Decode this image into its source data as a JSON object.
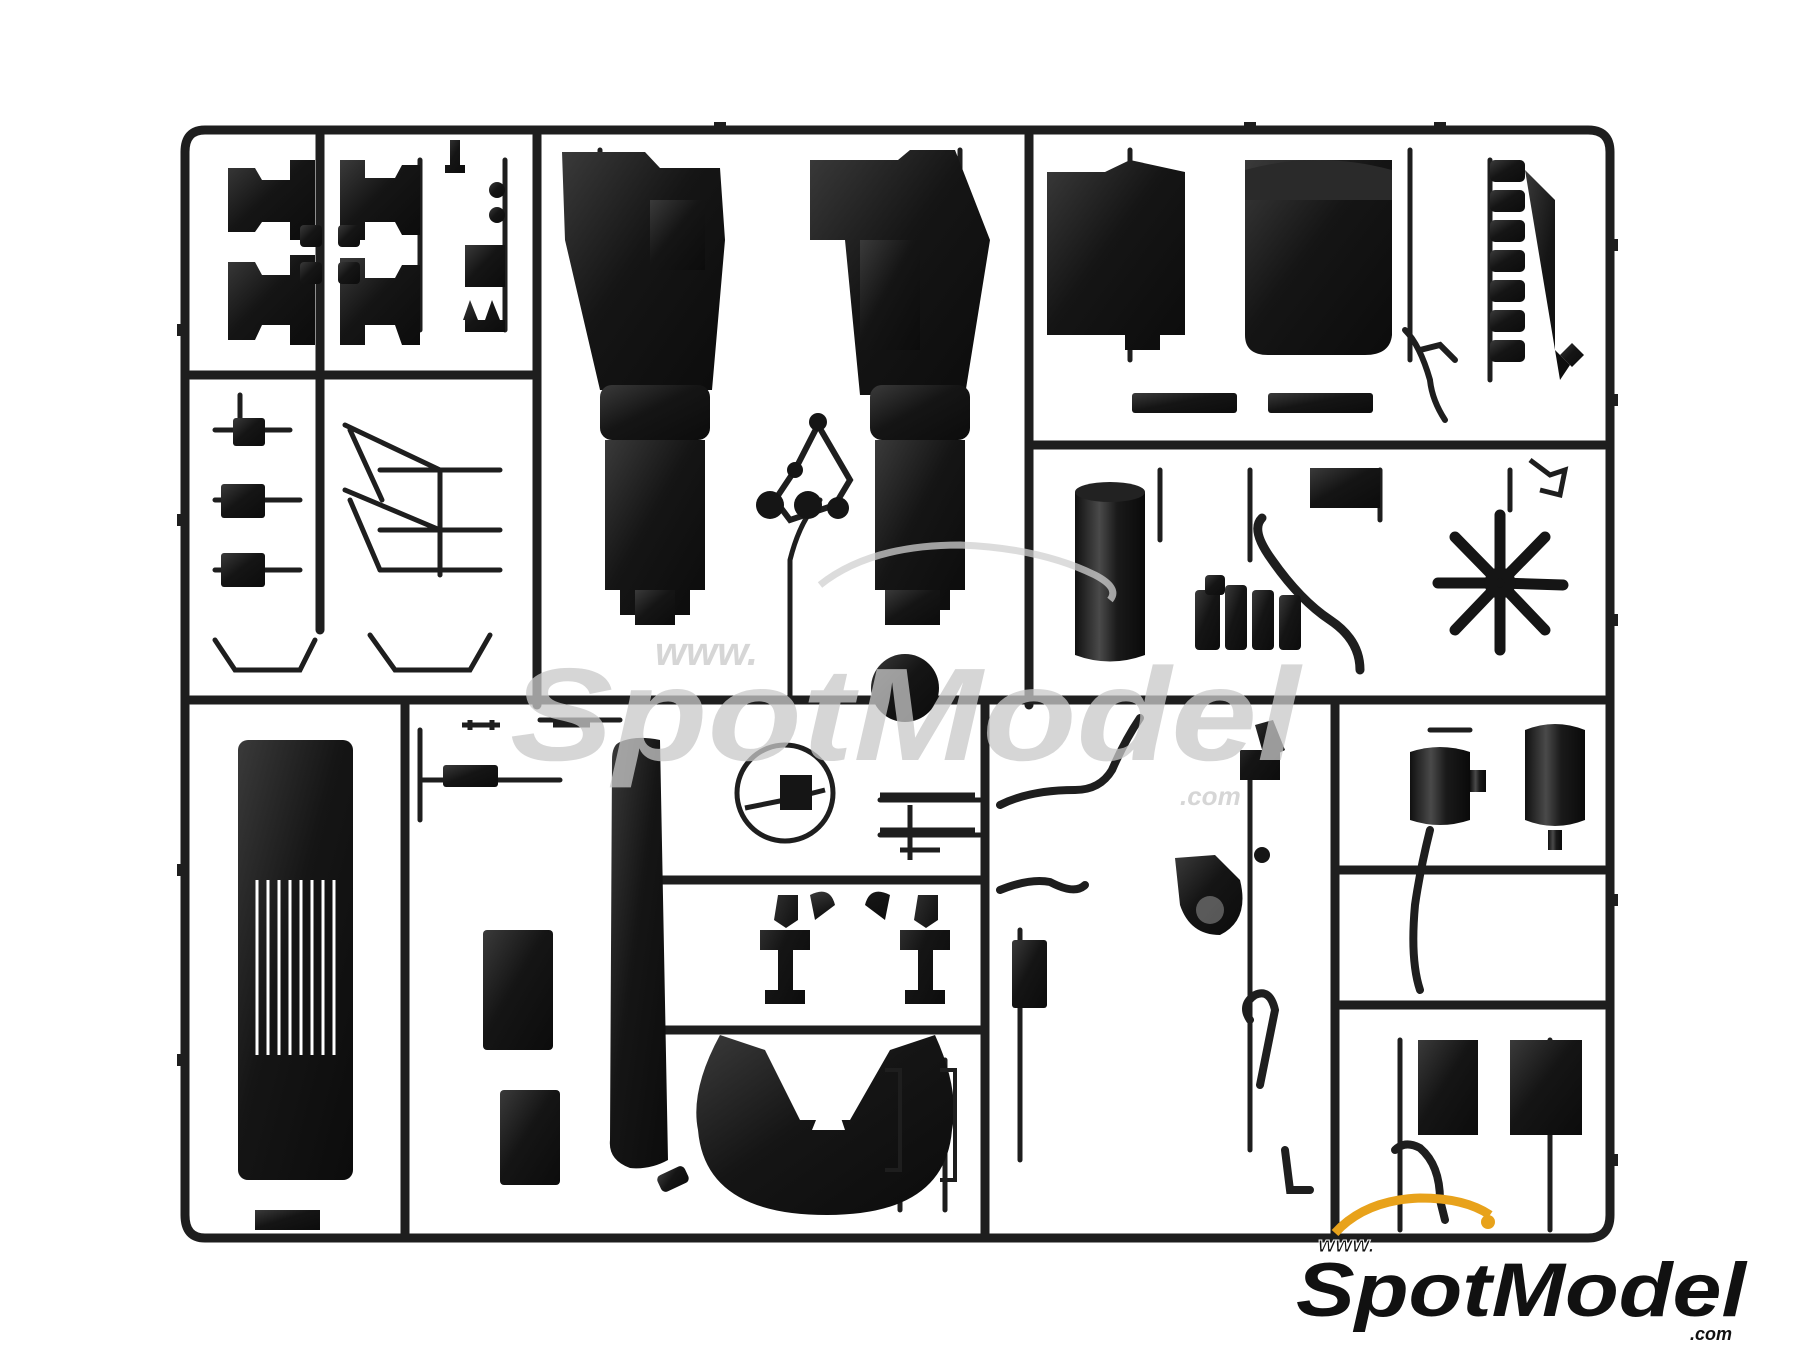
{
  "watermark": {
    "center": {
      "prefix": "www.",
      "brand": "SpotModel",
      "suffix": ".com"
    },
    "corner": {
      "prefix": "www.",
      "brand": "SpotModel",
      "suffix": ".com"
    }
  },
  "colors": {
    "background": "#ffffff",
    "sprue_plastic": "#1e1e1e",
    "part_dark": "#151515",
    "part_highlight": "#3a3a3a",
    "watermark_center": "#c9c9c9",
    "watermark_corner_text": "#111111",
    "watermark_corner_swoosh": "#e8a21b"
  },
  "sprue_sections": [
    {
      "name": "seat-frames-and-brackets"
    },
    {
      "name": "engine-block-halves"
    },
    {
      "name": "radiator-and-manifold"
    },
    {
      "name": "cylinder-and-fan"
    },
    {
      "name": "grille-and-dashboard"
    },
    {
      "name": "steering-and-seat"
    },
    {
      "name": "exhaust-and-air-tanks"
    }
  ]
}
